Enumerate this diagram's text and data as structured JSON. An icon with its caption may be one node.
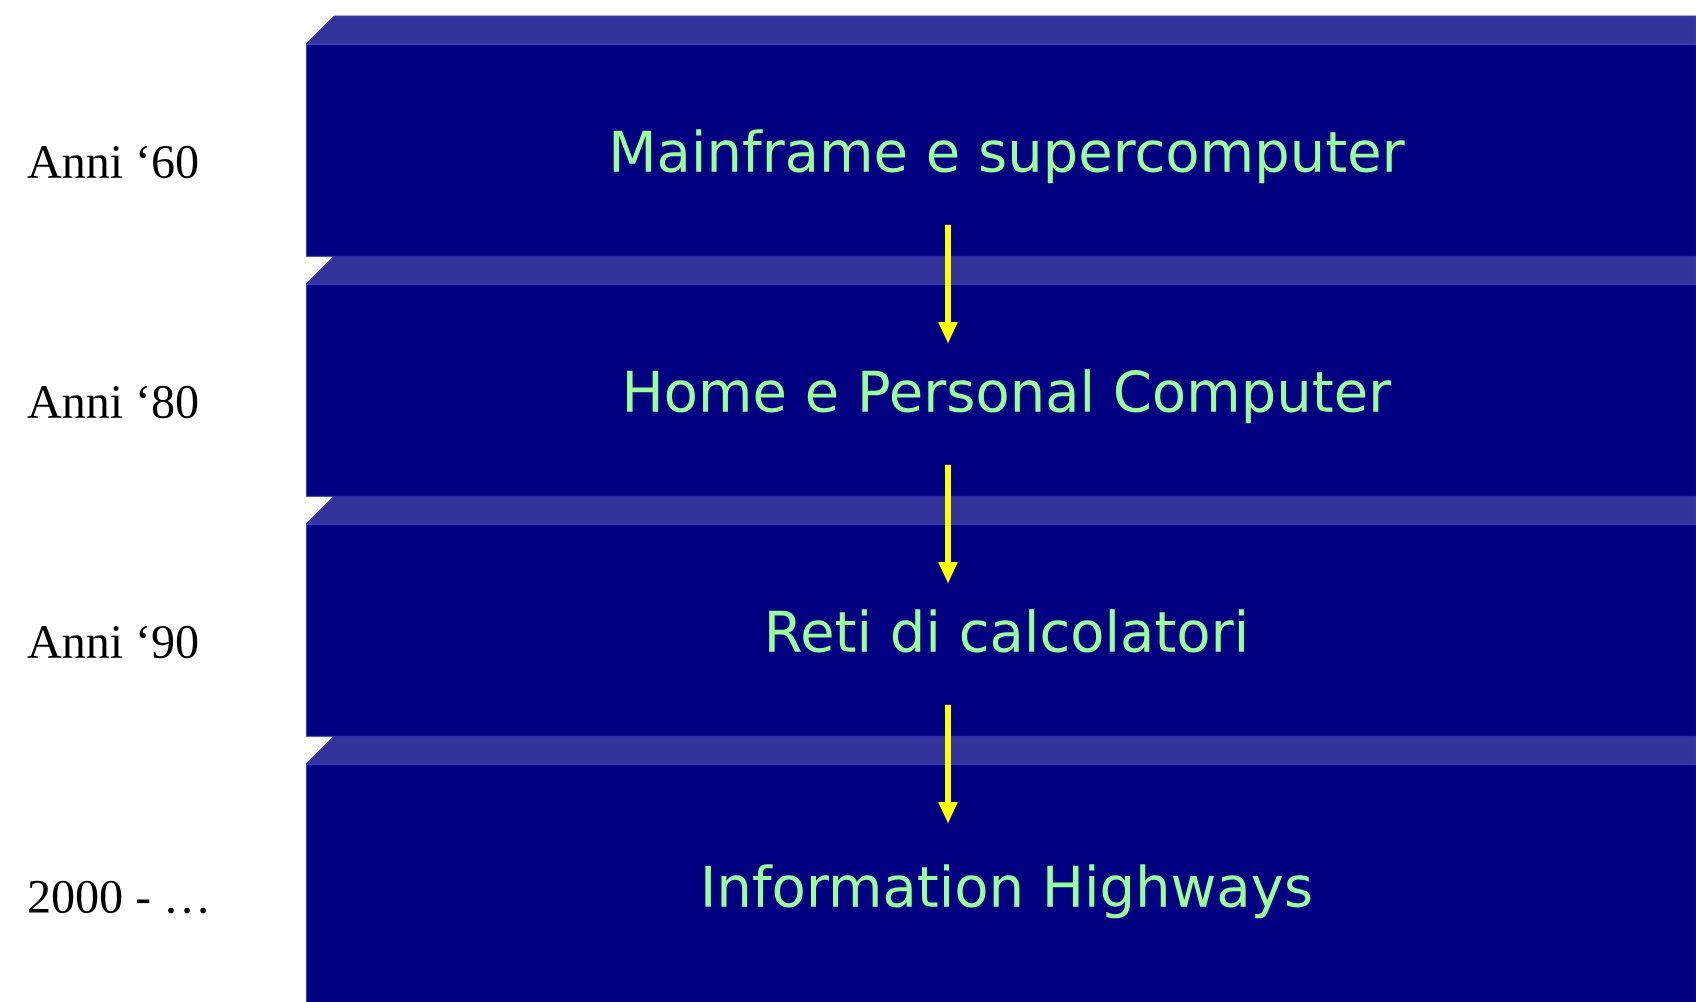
{
  "diagram": {
    "nodes": [
      {
        "text": [
          "Mainframe e supercomputer"
        ],
        "beside": [
          "Anni ‘60"
        ]
      },
      {
        "text": [
          "Home e Personal Computer"
        ],
        "beside": [
          "Anni ‘80"
        ]
      },
      {
        "text": [
          "Reti di calcolatori"
        ],
        "beside": [
          "Anni ‘90"
        ]
      },
      {
        "text": [
          "Information Highways"
        ],
        "beside": [
          "2000 - …"
        ]
      }
    ],
    "edges": [
      {
        "from": 0,
        "to": 1,
        "arrow": "to"
      },
      {
        "from": 1,
        "to": 2,
        "arrow": "to"
      },
      {
        "from": 2,
        "to": 3,
        "arrow": "to"
      }
    ]
  }
}
